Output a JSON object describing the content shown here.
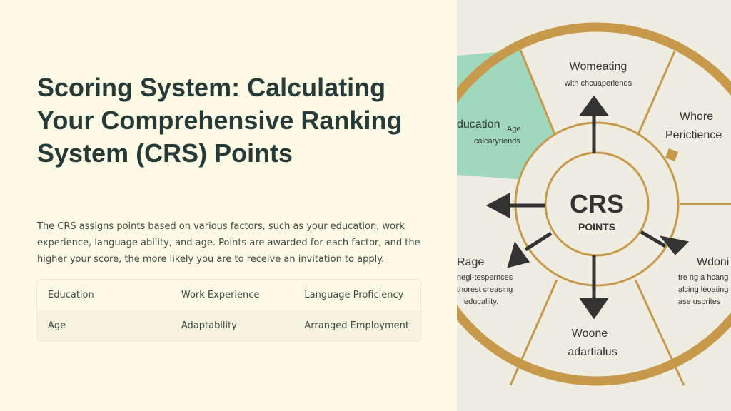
{
  "slide": {
    "title": "Scoring System: Calculating Your Comprehensive Ranking System (CRS) Points",
    "body": "The CRS assigns points based on various factors, such as your education, work experience, language ability, and age. Points are awarded for each factor, and the higher your score, the more likely you are to receive an invitation to apply."
  },
  "table": {
    "rows": [
      [
        "Education",
        "Work Experience",
        "Language Proficiency"
      ],
      [
        "Age",
        "Adaptability",
        "Arranged Employment"
      ]
    ]
  },
  "diagram": {
    "center_title": "CRS",
    "center_sub": "POINTS",
    "top_title": "Womeating",
    "top_sub": "with chcuaperiends",
    "topright_line1": "Whore",
    "topright_line2": "Perictience",
    "left_title": "ducation",
    "left_tag": "Age",
    "left_sub": "calcaryriends",
    "lowleft_title": "Rage",
    "lowleft_line1": "negi-tespernces",
    "lowleft_line2": "thorest creasing",
    "lowleft_line3": "educallity.",
    "lowright_title": "Wdoni",
    "lowright_line1": "tre ng a hcang",
    "lowright_line2": "alcing leoating",
    "lowright_line3": "ase usprites",
    "bottom_line1": "Woone",
    "bottom_line2": "adartialus",
    "colors": {
      "ring": "#c79a4b",
      "highlight": "#9fd8bd",
      "ink": "#333333"
    }
  }
}
